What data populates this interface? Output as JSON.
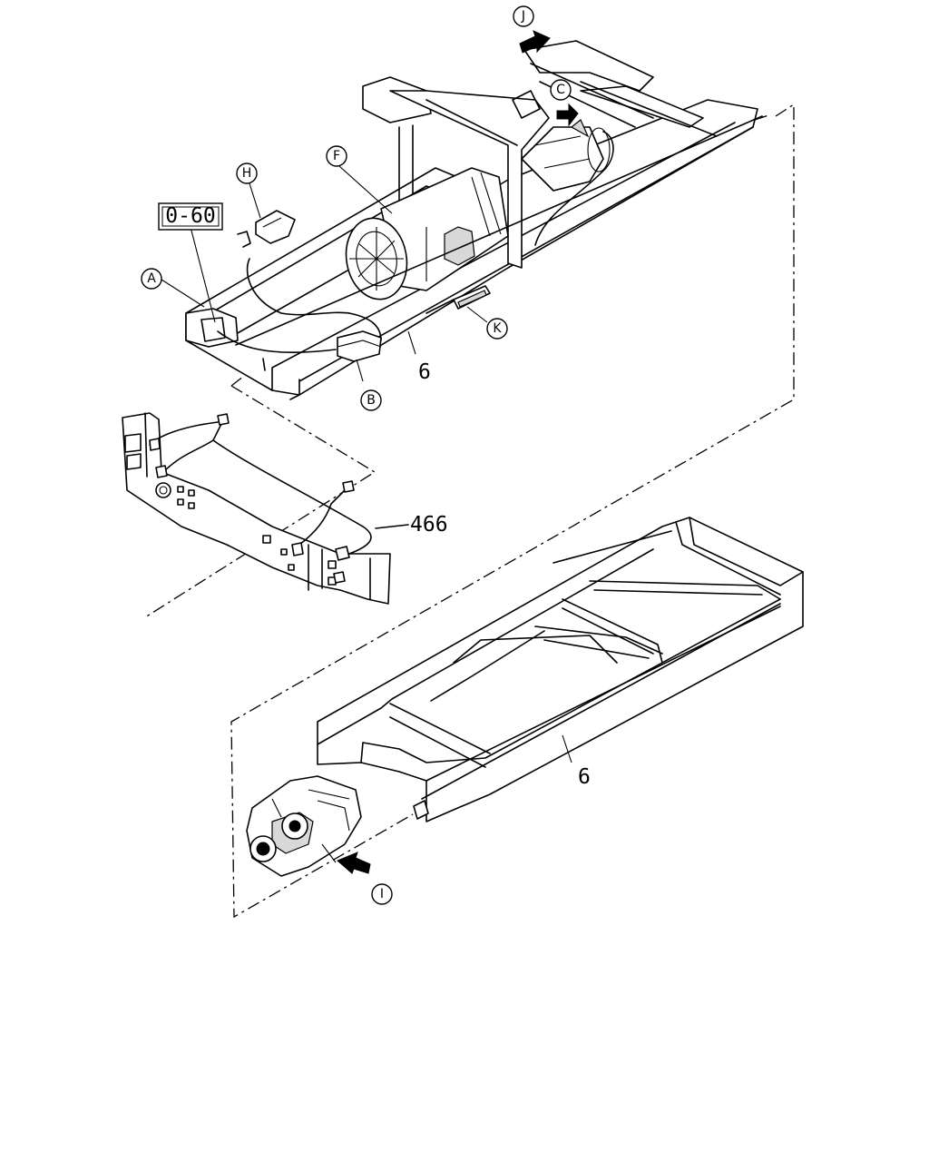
{
  "callouts": {
    "A": "A",
    "B": "B",
    "C": "C",
    "F": "F",
    "H": "H",
    "I": "I",
    "J": "J",
    "K": "K"
  },
  "part_numbers": {
    "ref_box": "0-60",
    "frame_upper": "6",
    "frame_lower": "6",
    "harness": "466"
  }
}
